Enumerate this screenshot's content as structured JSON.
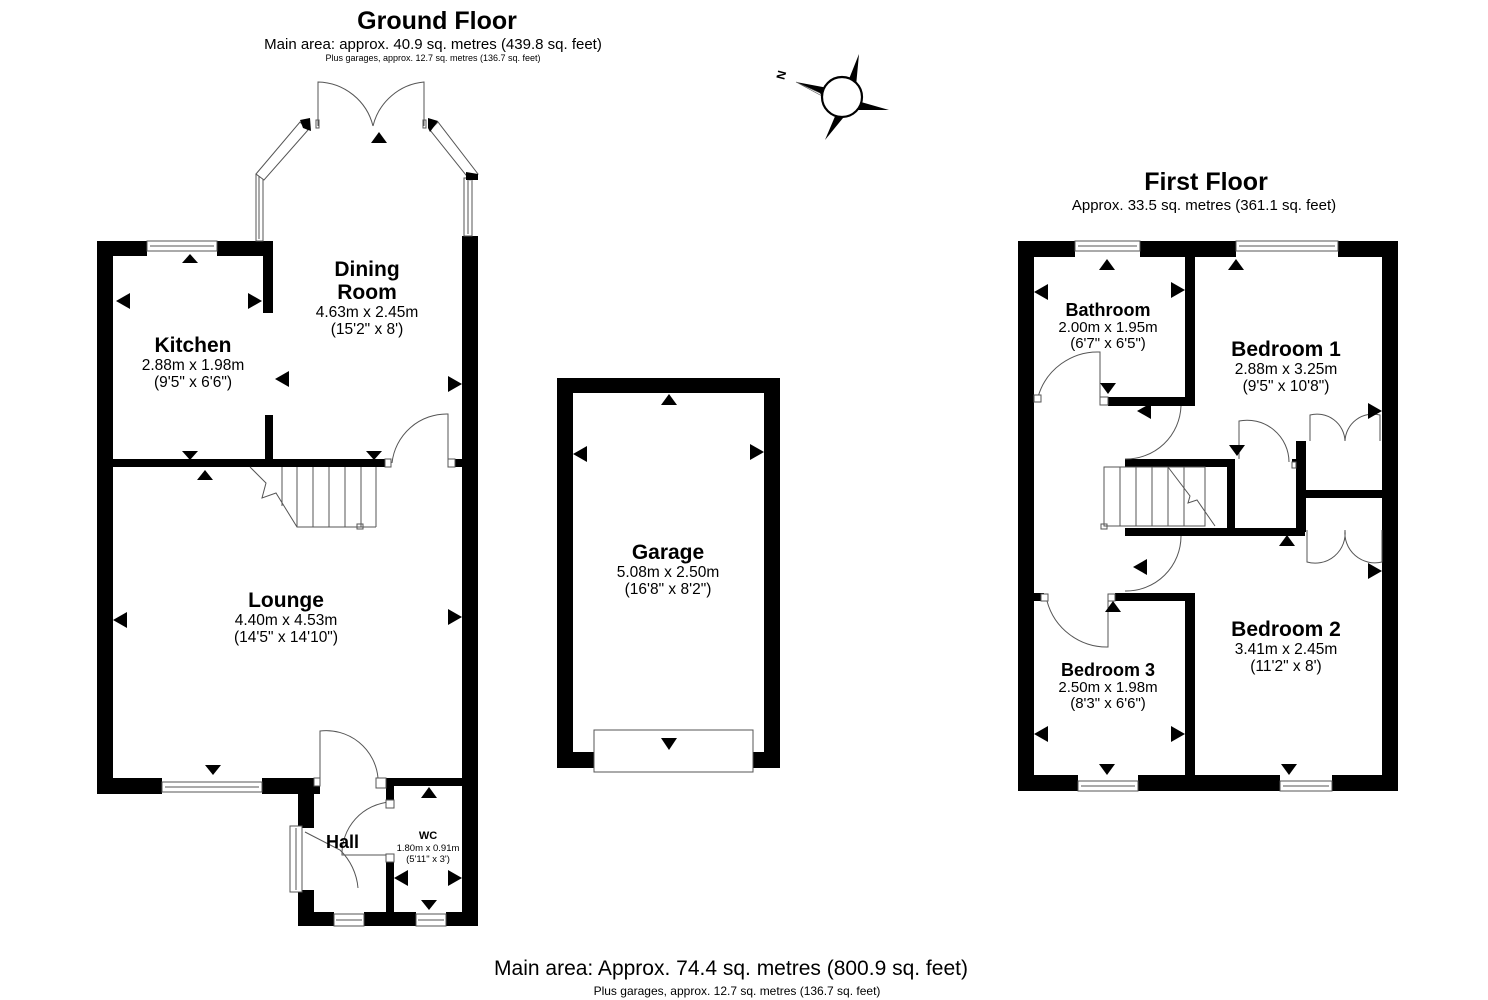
{
  "ground_floor": {
    "title": "Ground Floor",
    "main_area": "Main area: approx. 40.9 sq. metres (439.8 sq. feet)",
    "garages_note": "Plus garages, approx. 12.7 sq. metres (136.7 sq. feet)",
    "rooms": {
      "dining": {
        "name_line1": "Dining",
        "name_line2": "Room",
        "metric": "4.63m x 2.45m",
        "imperial": "(15'2\" x 8')"
      },
      "kitchen": {
        "name": "Kitchen",
        "metric": "2.88m x 1.98m",
        "imperial": "(9'5\" x 6'6\")"
      },
      "lounge": {
        "name": "Lounge",
        "metric": "4.40m x 4.53m",
        "imperial": "(14'5\" x 14'10\")"
      },
      "hall": {
        "name": "Hall"
      },
      "wc": {
        "name": "WC",
        "metric": "1.80m x 0.91m",
        "imperial": "(5'11\" x 3')"
      }
    }
  },
  "garage": {
    "name": "Garage",
    "metric": "5.08m x 2.50m",
    "imperial": "(16'8\" x 8'2\")"
  },
  "compass": {
    "label": "N"
  },
  "first_floor": {
    "title": "First Floor",
    "area": "Approx. 33.5 sq. metres (361.1 sq. feet)",
    "rooms": {
      "bathroom": {
        "name": "Bathroom",
        "metric": "2.00m x 1.95m",
        "imperial": "(6'7\" x 6'5\")"
      },
      "bedroom1": {
        "name": "Bedroom 1",
        "metric": "2.88m x 3.25m",
        "imperial": "(9'5\" x 10'8\")"
      },
      "bedroom2": {
        "name": "Bedroom 2",
        "metric": "3.41m x 2.45m",
        "imperial": "(11'2\" x 8')"
      },
      "bedroom3": {
        "name": "Bedroom 3",
        "metric": "2.50m x 1.98m",
        "imperial": "(8'3\" x 6'6\")"
      }
    }
  },
  "footer": {
    "main_area": "Main area: Approx. 74.4 sq. metres (800.9 sq. feet)",
    "garages_note": "Plus garages, approx. 12.7 sq. metres (136.7 sq. feet)"
  },
  "colors": {
    "wall": "#000000",
    "background": "#ffffff",
    "fixture_line": "#555555"
  }
}
